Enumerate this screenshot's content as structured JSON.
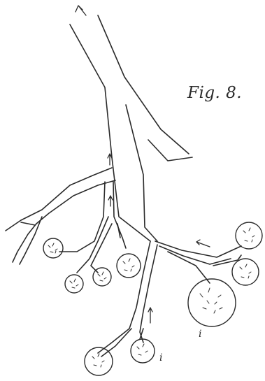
{
  "figure": {
    "title": "Fig. 8.",
    "labels": [
      "i",
      "i"
    ]
  }
}
